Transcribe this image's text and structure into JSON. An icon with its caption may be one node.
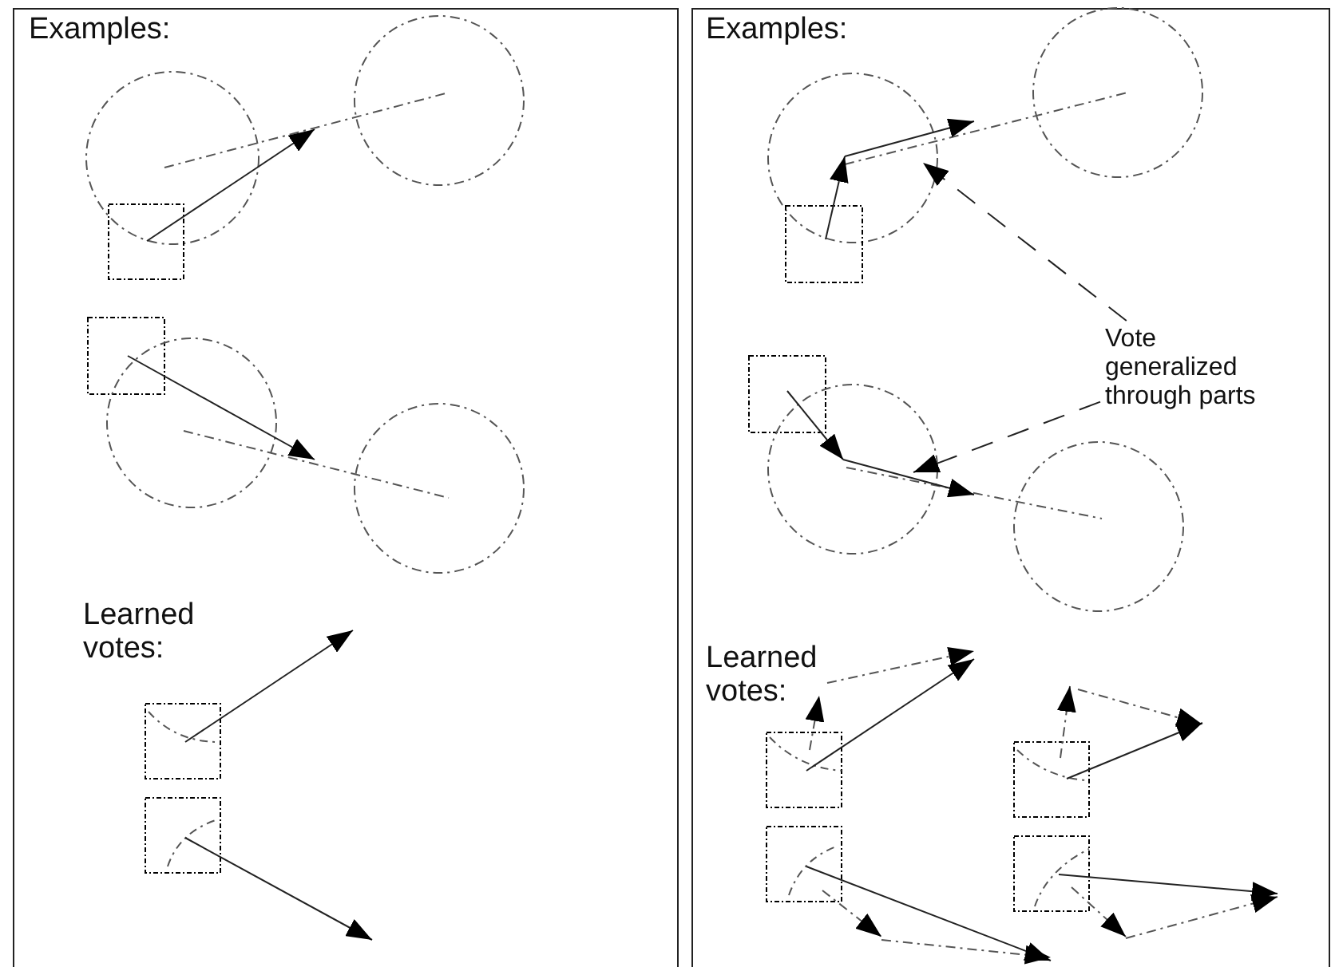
{
  "diagram": {
    "nodes": [
      {
        "text": [],
        "shape": "box"
      },
      {
        "text": [],
        "shape": "box"
      },
      {
        "text": [
          "Vote generalized through parts"
        ],
        "in": 1
      }
    ],
    "edges": [
      {
        "from": 2,
        "to": null,
        "arrow": "to",
        "style": "dashed"
      },
      {
        "from": 2,
        "to": null,
        "arrow": "to",
        "style": "dashed"
      }
    ],
    "labels": [
      "Examples:",
      "Learned votes:",
      "Examples:",
      "Learned votes:"
    ]
  }
}
